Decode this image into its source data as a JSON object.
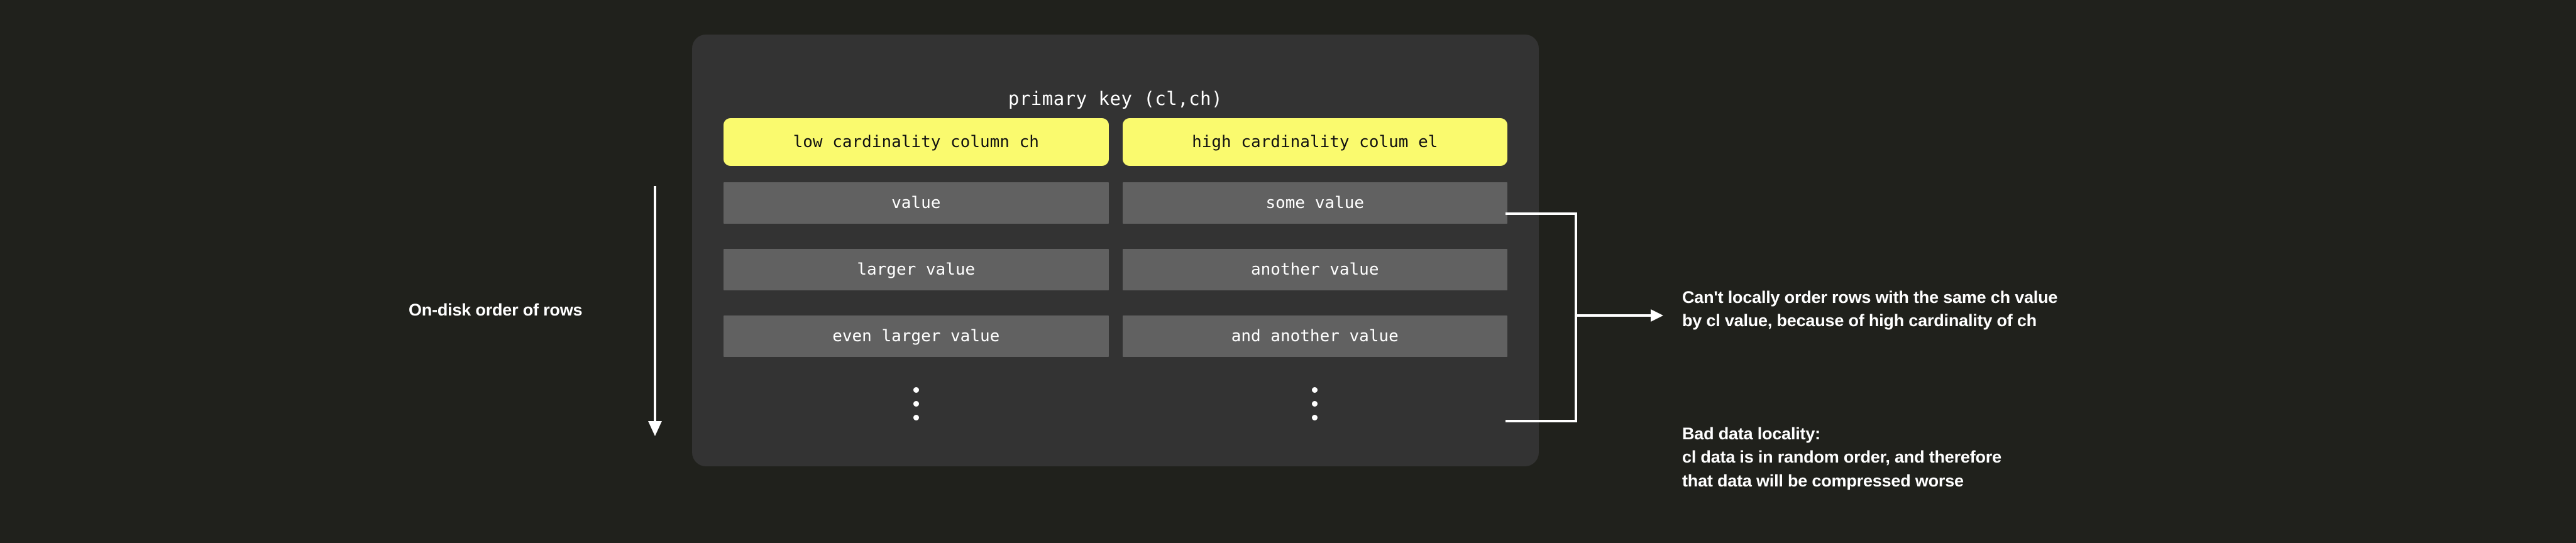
{
  "background_color": "#20211c",
  "card": {
    "background_color": "#333333",
    "title": "primary key (cl,ch)",
    "header_color": "#fafa6e",
    "cell_color": "#616161",
    "columns": [
      {
        "header": "low cardinality column ch"
      },
      {
        "header": "high cardinality colum el"
      }
    ],
    "rows": [
      {
        "left": "value",
        "right": "some value"
      },
      {
        "left": "larger value",
        "right": "another value"
      },
      {
        "left": "even larger value",
        "right": "and another value"
      }
    ],
    "ellipsis_symbol": "vertical-ellipsis"
  },
  "left_axis": {
    "label": "On-disk order of rows",
    "arrow": "down-arrow"
  },
  "connector": {
    "icon": "bracket-right-arrow"
  },
  "notes": {
    "top": [
      "Can't locally order rows with the same ch value",
      "by cl value, because of high cardinality of ch"
    ],
    "bottom": [
      "Bad data locality:",
      "cl data is in random order, and therefore",
      "that data will be compressed worse"
    ]
  }
}
